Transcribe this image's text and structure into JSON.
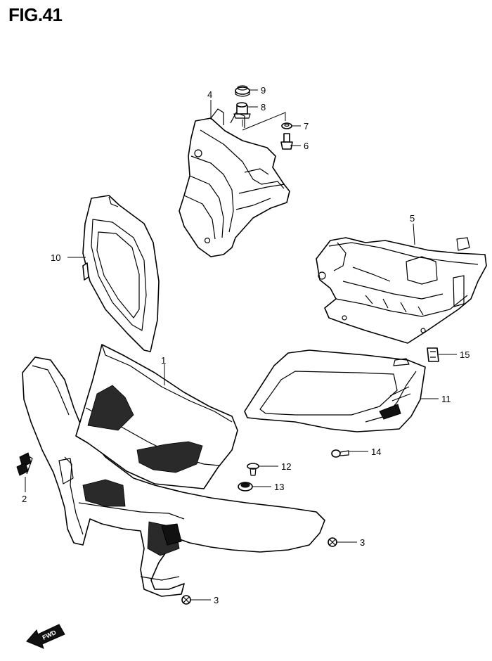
{
  "figure": {
    "title": "FIG.41"
  },
  "callouts": [
    {
      "id": "1",
      "label": "1"
    },
    {
      "id": "2",
      "label": "2"
    },
    {
      "id": "3a",
      "label": "3"
    },
    {
      "id": "3b",
      "label": "3"
    },
    {
      "id": "4",
      "label": "4"
    },
    {
      "id": "5",
      "label": "5"
    },
    {
      "id": "6",
      "label": "6"
    },
    {
      "id": "7",
      "label": "7"
    },
    {
      "id": "8",
      "label": "8"
    },
    {
      "id": "9",
      "label": "9"
    },
    {
      "id": "10",
      "label": "10"
    },
    {
      "id": "11",
      "label": "11"
    },
    {
      "id": "12",
      "label": "12"
    },
    {
      "id": "13",
      "label": "13"
    },
    {
      "id": "14",
      "label": "14"
    },
    {
      "id": "15",
      "label": "15"
    }
  ],
  "direction_arrow": {
    "label": "FWD"
  }
}
